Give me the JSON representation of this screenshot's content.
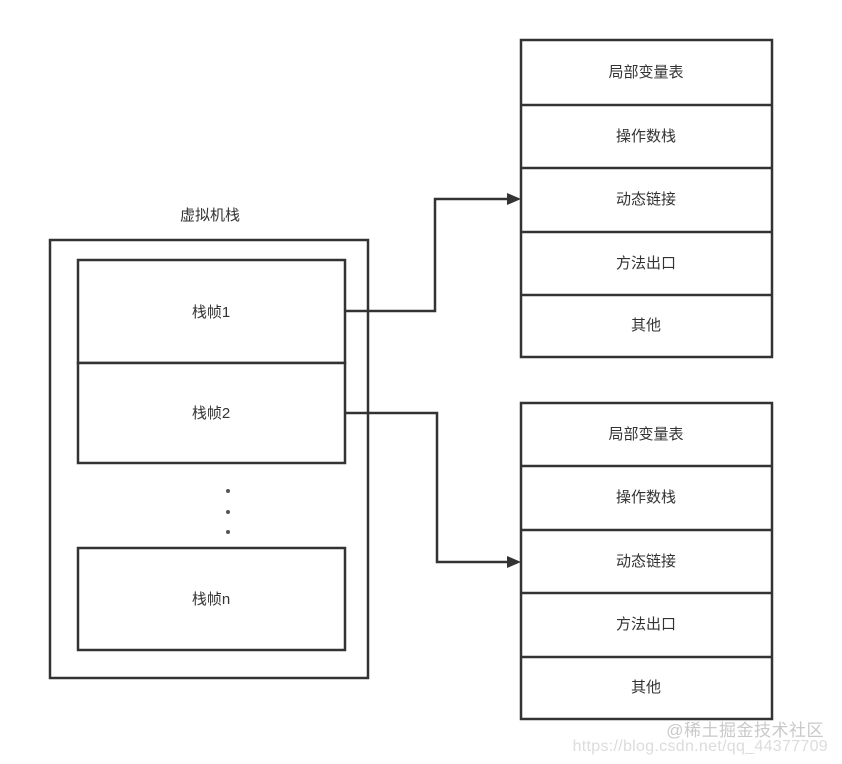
{
  "diagram": {
    "title": "虚拟机栈",
    "stack": {
      "name": "虚拟机栈",
      "frames": [
        {
          "label": "栈帧1"
        },
        {
          "label": "栈帧2"
        },
        {
          "label": "栈帧n"
        }
      ],
      "ellipsis": "⋮"
    },
    "frame_detail_boxes": [
      {
        "name": "frame-detail-top",
        "rows": [
          {
            "label": "局部变量表"
          },
          {
            "label": "操作数栈"
          },
          {
            "label": "动态链接"
          },
          {
            "label": "方法出口"
          },
          {
            "label": "其他"
          }
        ]
      },
      {
        "name": "frame-detail-bottom",
        "rows": [
          {
            "label": "局部变量表"
          },
          {
            "label": "操作数栈"
          },
          {
            "label": "动态链接"
          },
          {
            "label": "方法出口"
          },
          {
            "label": "其他"
          }
        ]
      }
    ],
    "connectors": [
      {
        "from": "栈帧1",
        "to": "动态链接"
      },
      {
        "from": "栈帧2",
        "to": "动态链接"
      }
    ],
    "colors": {
      "stroke": "#333333",
      "text": "#333333",
      "background": "#ffffff",
      "watermark": "#c9c9c9"
    }
  },
  "watermarks": {
    "brand": "@稀土掘金技术社区",
    "url": "https://blog.csdn.net/qq_44377709"
  }
}
